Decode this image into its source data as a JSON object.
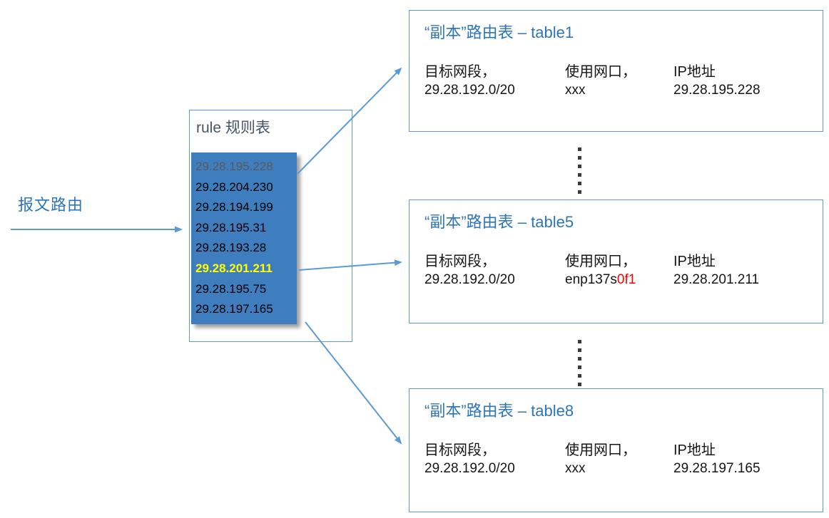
{
  "colors": {
    "accent_blue": "#5B9BD5",
    "title_blue": "#2E75B6",
    "rule_title_color": "#44546A",
    "list_background": "#3F7EBE",
    "highlight_yellow": "#FFFF00",
    "muted_gray": "#595959",
    "alert_red": "#FF0000"
  },
  "flow_label": "报文路由",
  "rule_table": {
    "title": "rule 规则表",
    "entries": [
      {
        "ip": "29.28.195.228",
        "emphasis": "muted"
      },
      {
        "ip": "29.28.204.230",
        "emphasis": "normal"
      },
      {
        "ip": "29.28.194.199",
        "emphasis": "normal"
      },
      {
        "ip": "29.28.195.31",
        "emphasis": "normal"
      },
      {
        "ip": "29.28.193.28",
        "emphasis": "normal"
      },
      {
        "ip": "29.28.201.211",
        "emphasis": "highlight"
      },
      {
        "ip": "29.28.195.75",
        "emphasis": "normal"
      },
      {
        "ip": "29.28.197.165",
        "emphasis": "normal"
      }
    ]
  },
  "route_tables": [
    {
      "title": "“副本”路由表 – table1",
      "headers": {
        "dest": "目标网段，",
        "port": "使用网口，",
        "ip": "IP地址"
      },
      "row": {
        "dest": "29.28.192.0/20",
        "port": "xxx",
        "port_red": "",
        "ip": "29.28.195.228"
      }
    },
    {
      "title": "“副本”路由表 – table5",
      "headers": {
        "dest": "目标网段，",
        "port": "使用网口，",
        "ip": "IP地址"
      },
      "row": {
        "dest": "29.28.192.0/20",
        "port": "enp137s",
        "port_red": "0f1",
        "ip": "29.28.201.211"
      }
    },
    {
      "title": "“副本”路由表 – table8",
      "headers": {
        "dest": "目标网段，",
        "port": "使用网口，",
        "ip": "IP地址"
      },
      "row": {
        "dest": "29.28.192.0/20",
        "port": "xxx",
        "port_red": "",
        "ip": "29.28.197.165"
      }
    }
  ]
}
